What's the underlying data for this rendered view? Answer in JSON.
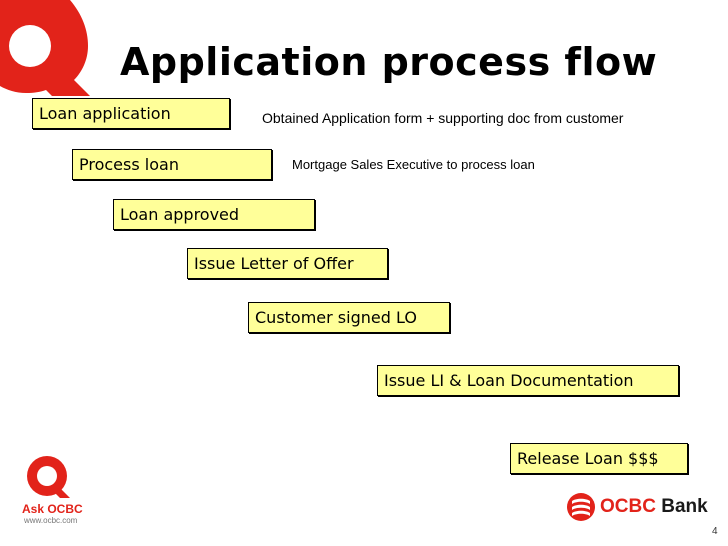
{
  "slide": {
    "title": "Application process flow",
    "page_number": "4"
  },
  "steps": [
    {
      "label": "Loan application"
    },
    {
      "label": "Process loan"
    },
    {
      "label": "Loan approved"
    },
    {
      "label": "Issue Letter of Offer"
    },
    {
      "label": "Customer signed LO"
    },
    {
      "label": "Issue LI & Loan Documentation"
    },
    {
      "label": "Release Loan $$$"
    }
  ],
  "notes": [
    {
      "text": "Obtained Application form + supporting doc from customer"
    },
    {
      "text": "Mortgage Sales Executive to process loan"
    }
  ],
  "branding": {
    "ask_logo_text": "Ask OCBC",
    "ask_logo_url": "www.ocbc.com",
    "bank_name_red": "OCBC",
    "bank_name_dark": " Bank",
    "brand_color": "#e2231a",
    "box_fill_color": "#ffff99",
    "icons": [
      "q-logo-icon",
      "ask-ocbc-logo-icon",
      "ocbc-bank-logo-icon"
    ]
  }
}
